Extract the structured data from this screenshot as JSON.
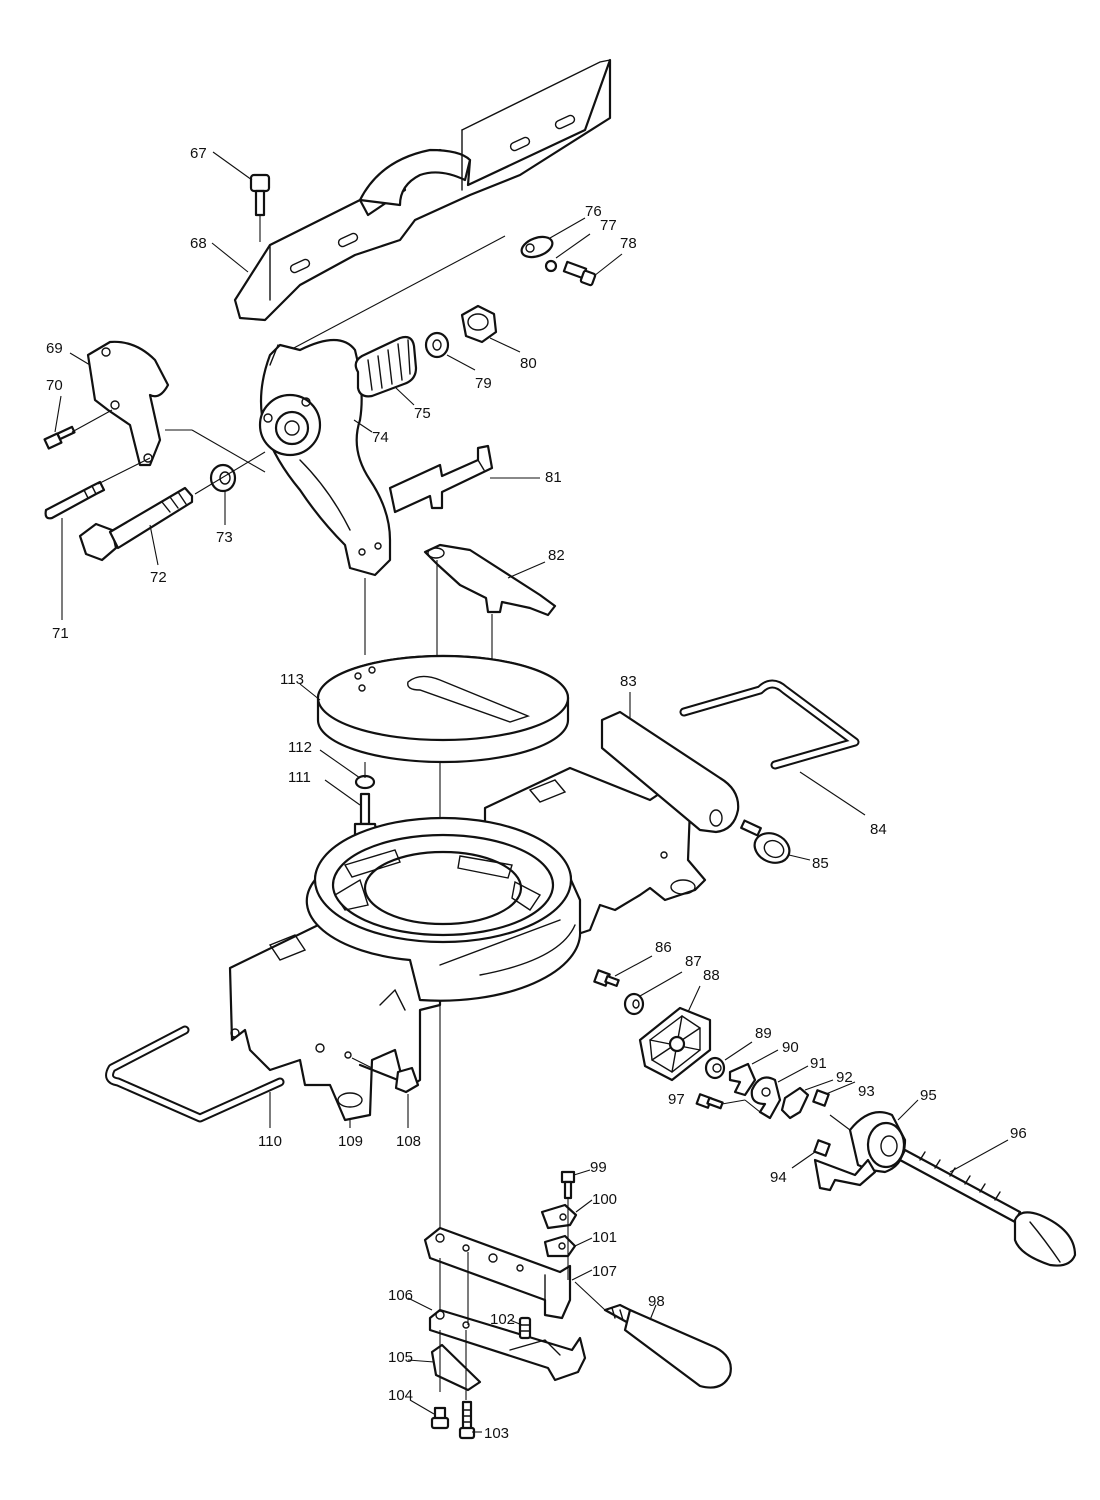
{
  "labels": {
    "p67": "67",
    "p68": "68",
    "p69": "69",
    "p70": "70",
    "p71": "71",
    "p72": "72",
    "p73": "73",
    "p74": "74",
    "p75": "75",
    "p76": "76",
    "p77": "77",
    "p78": "78",
    "p79": "79",
    "p80": "80",
    "p81": "81",
    "p82": "82",
    "p83": "83",
    "p84": "84",
    "p85": "85",
    "p86": "86",
    "p87": "87",
    "p88": "88",
    "p89": "89",
    "p90": "90",
    "p91": "91",
    "p92": "92",
    "p93": "93",
    "p94": "94",
    "p95": "95",
    "p96": "96",
    "p97": "97",
    "p98": "98",
    "p99": "99",
    "p100": "100",
    "p101": "101",
    "p102": "102",
    "p103": "103",
    "p104": "104",
    "p105": "105",
    "p106": "106",
    "p107": "107",
    "p108": "108",
    "p109": "109",
    "p110": "110",
    "p111": "111",
    "p112": "112",
    "p113": "113"
  }
}
